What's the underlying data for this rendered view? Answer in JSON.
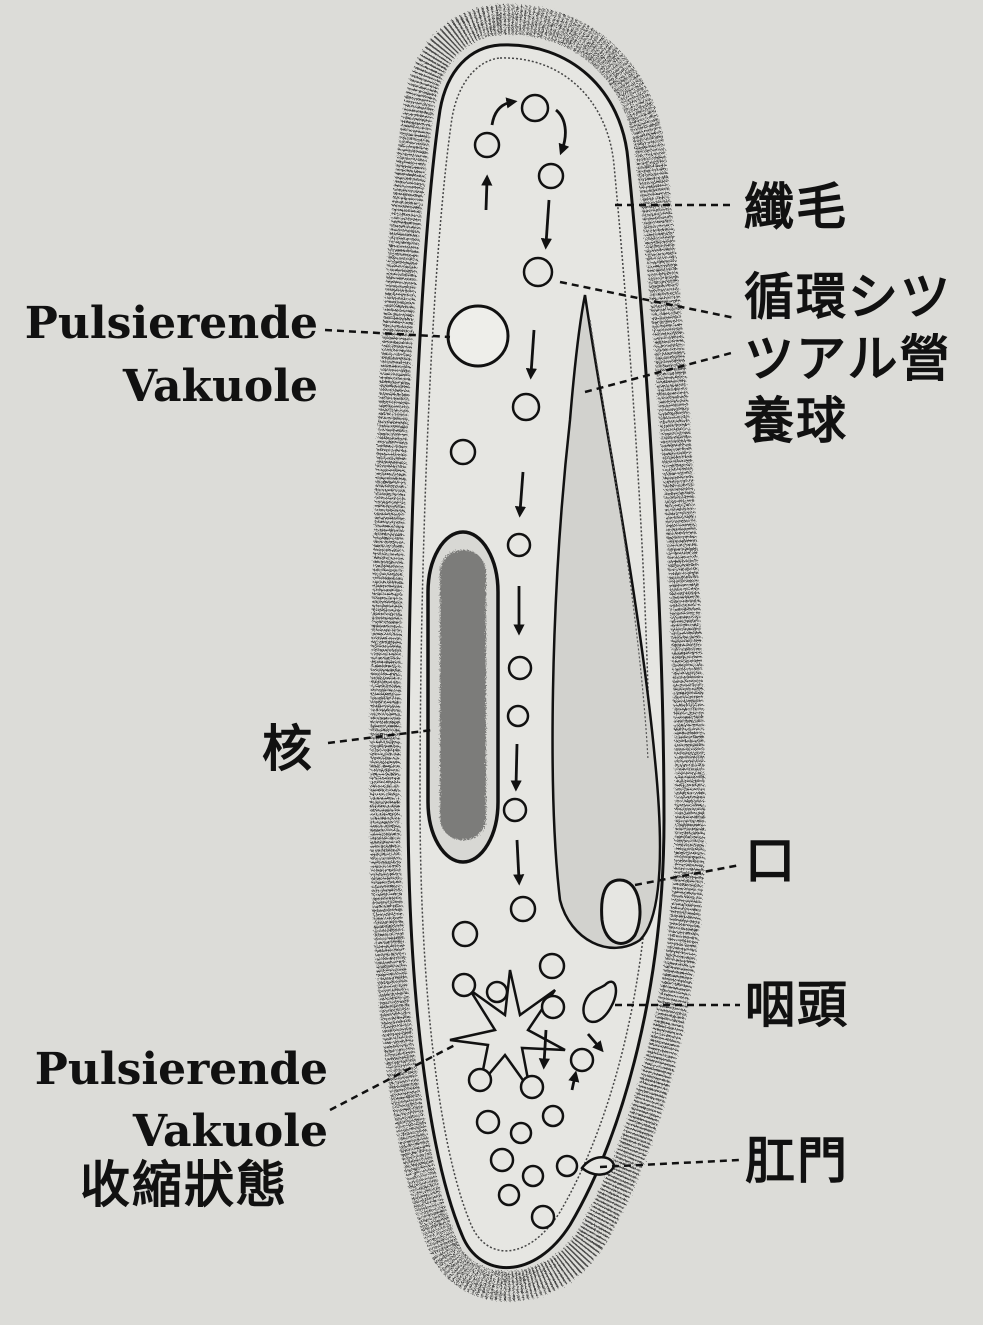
{
  "labels": {
    "cilia": "纖毛",
    "circulating_line1": "循環シツ",
    "circulating_line2": "ツアル營",
    "circulating_line3": "養球",
    "vacuole_top_line1": "Pulsierende",
    "vacuole_top_line2": "Vakuole",
    "nucleus": "核",
    "mouth": "口",
    "pharynx": "咽頭",
    "vacuole_bottom_line1": "Pulsierende",
    "vacuole_bottom_line2": "Vakuole",
    "vacuole_bottom_line3": "收縮狀態",
    "anus": "肛門"
  },
  "colors": {
    "ink": "#111111",
    "paper": "#dcdcd8",
    "cell": "#e6e6e2"
  }
}
